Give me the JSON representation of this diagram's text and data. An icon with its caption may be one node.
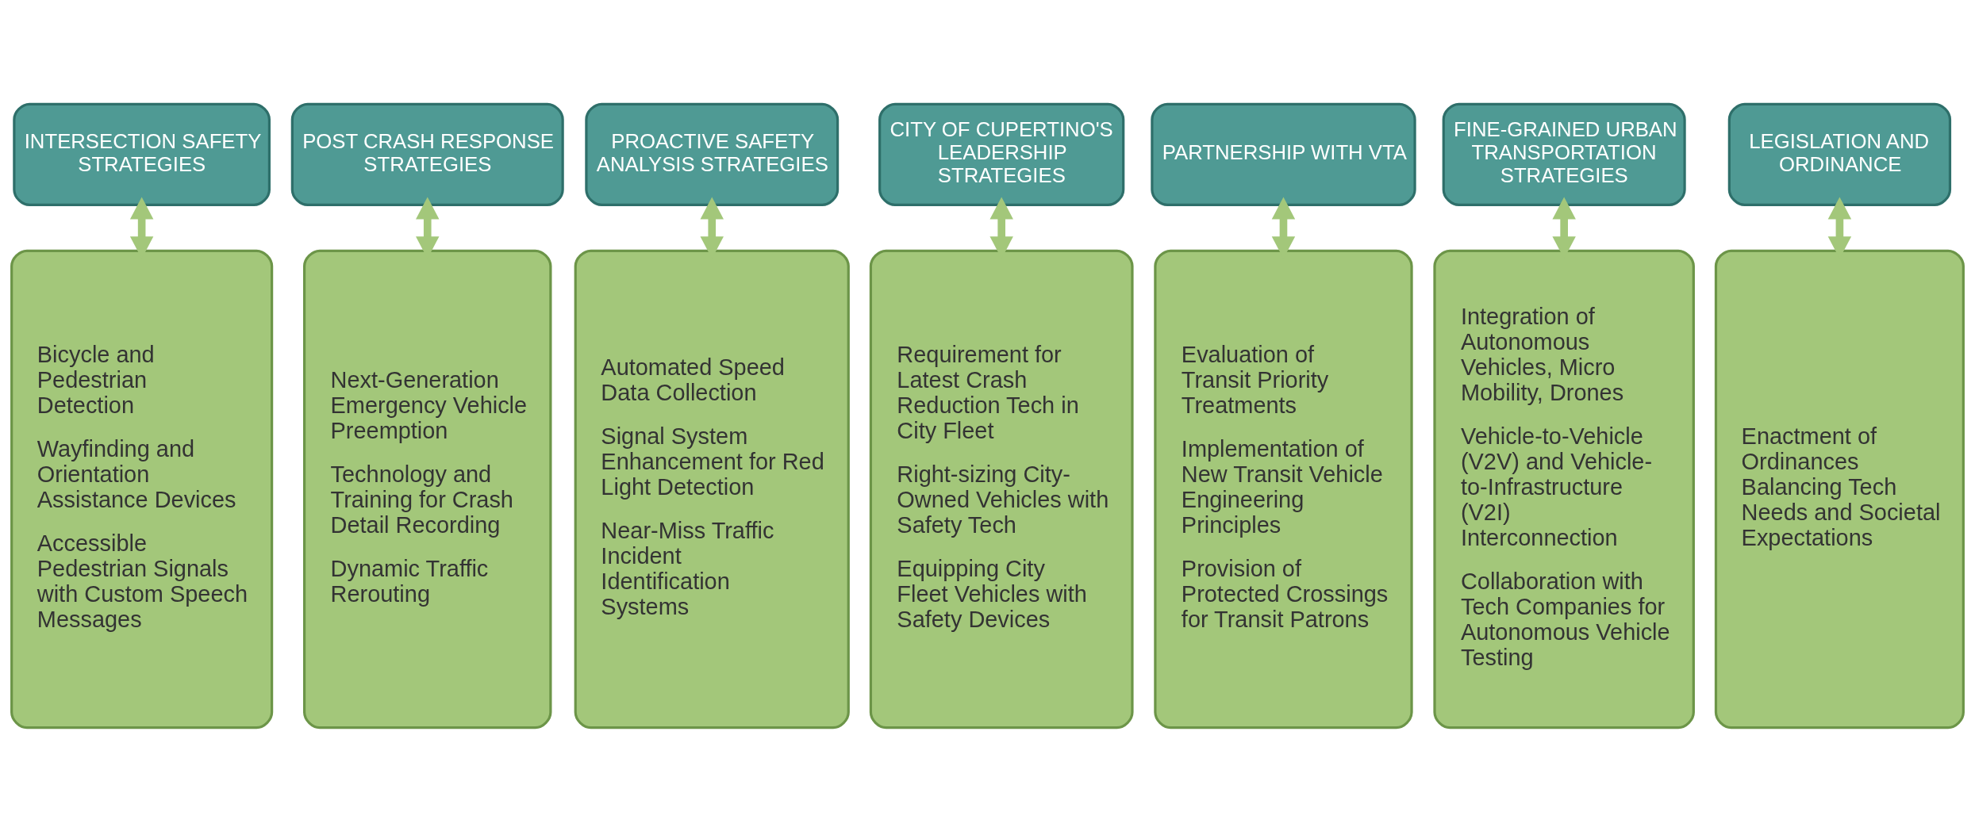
{
  "diagram": {
    "nodes": [
      {
        "text": [
          "INTERSECTION SAFETY STRATEGIES"
        ]
      },
      {
        "text": [
          "POST CRASH RESPONSE STRATEGIES"
        ]
      },
      {
        "text": [
          "PROACTIVE SAFETY ANALYSIS STRATEGIES"
        ]
      },
      {
        "text": [
          "CITY OF CUPERTINO'S LEADERSHIP STRATEGIES"
        ]
      },
      {
        "text": [
          "PARTNERSHIP WITH VTA"
        ]
      },
      {
        "text": [
          "FINE-GRAINED URBAN TRANSPORTATION STRATEGIES"
        ]
      },
      {
        "text": [
          "LEGISLATION AND ORDINANCE"
        ]
      },
      {
        "text": [
          "Bicycle and Pedestrian Detection",
          "Wayfinding and Orientation Assistance Devices",
          "Accessible Pedestrian Signals with Custom Speech Messages"
        ]
      },
      {
        "text": [
          "Next-Generation Emergency Vehicle Preemption",
          "Technology and Training for Crash Detail Recording",
          "Dynamic Traffic Rerouting"
        ]
      },
      {
        "text": [
          "Automated Speed Data Collection",
          "Signal System Enhancement for Red Light Detection",
          "Near-Miss Traffic Incident Identification Systems"
        ]
      },
      {
        "text": [
          "Requirement for Latest Crash Reduction Tech in City Fleet",
          "Right-sizing City-Owned Vehicles with Safety Tech",
          "Equipping City Fleet Vehicles with Safety Devices"
        ]
      },
      {
        "text": [
          "Evaluation of Transit Priority Treatments",
          "Implementation of New Transit Vehicle Engineering Principles",
          "Provision of Protected Crossings for Transit Patrons"
        ]
      },
      {
        "text": [
          "Integration of Autonomous Vehicles, Micro Mobility, Drones",
          "Vehicle-to-Vehicle (V2V) and Vehicle-to-Infrastructure (V2I) Interconnection",
          "Collaboration with Tech Companies for Autonomous Vehicle Testing"
        ]
      },
      {
        "text": [
          "Enactment of Ordinances Balancing Tech Needs and Societal Expectations"
        ]
      }
    ],
    "edges": [
      {
        "from": 0,
        "to": 7,
        "arrow": "both"
      },
      {
        "from": 1,
        "to": 8,
        "arrow": "both"
      },
      {
        "from": 2,
        "to": 9,
        "arrow": "both"
      },
      {
        "from": 3,
        "to": 10,
        "arrow": "both"
      },
      {
        "from": 4,
        "to": 11,
        "arrow": "both"
      },
      {
        "from": 5,
        "to": 12,
        "arrow": "both"
      },
      {
        "from": 6,
        "to": 13,
        "arrow": "both"
      }
    ]
  }
}
